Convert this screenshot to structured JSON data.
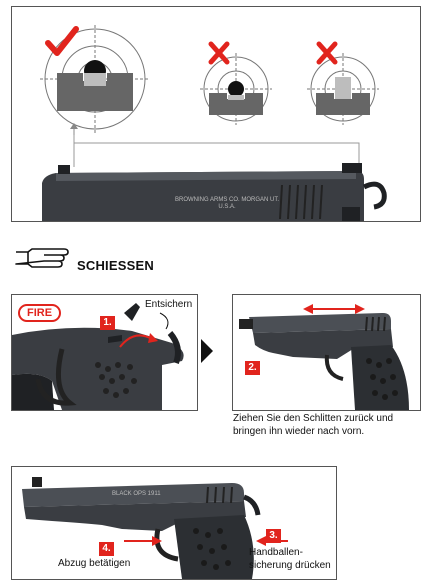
{
  "sight_panel": {
    "marks": [
      "check-icon",
      "x-icon",
      "x-icon"
    ],
    "slide_engraving": "BROWNING ARMS CO. MORGAN UT. U.S.A."
  },
  "section": {
    "icon": "pointing-hand-icon",
    "title": "SCHIESSEN"
  },
  "step_panels": {
    "fire_label": "FIRE",
    "safety_label": "Entsichern",
    "step_1": "1.",
    "step_2": "2.",
    "slide_instruction_line1": "Ziehen Sie den Schlitten zurück und",
    "slide_instruction_line2": "bringen ihn wieder nach vorn."
  },
  "fire_panel": {
    "frame_engraving": "BLACK OPS 1911",
    "step_3": "3.",
    "step_4": "4.",
    "trigger_label": "Abzug betätigen",
    "grip_label_line1": "Handballen-",
    "grip_label_line2": "sicherung drücken"
  },
  "colors": {
    "accent": "#e1241d",
    "pistol": "#3a3d42",
    "pistol_dark": "#1f2124",
    "sight_block": "#666666"
  }
}
